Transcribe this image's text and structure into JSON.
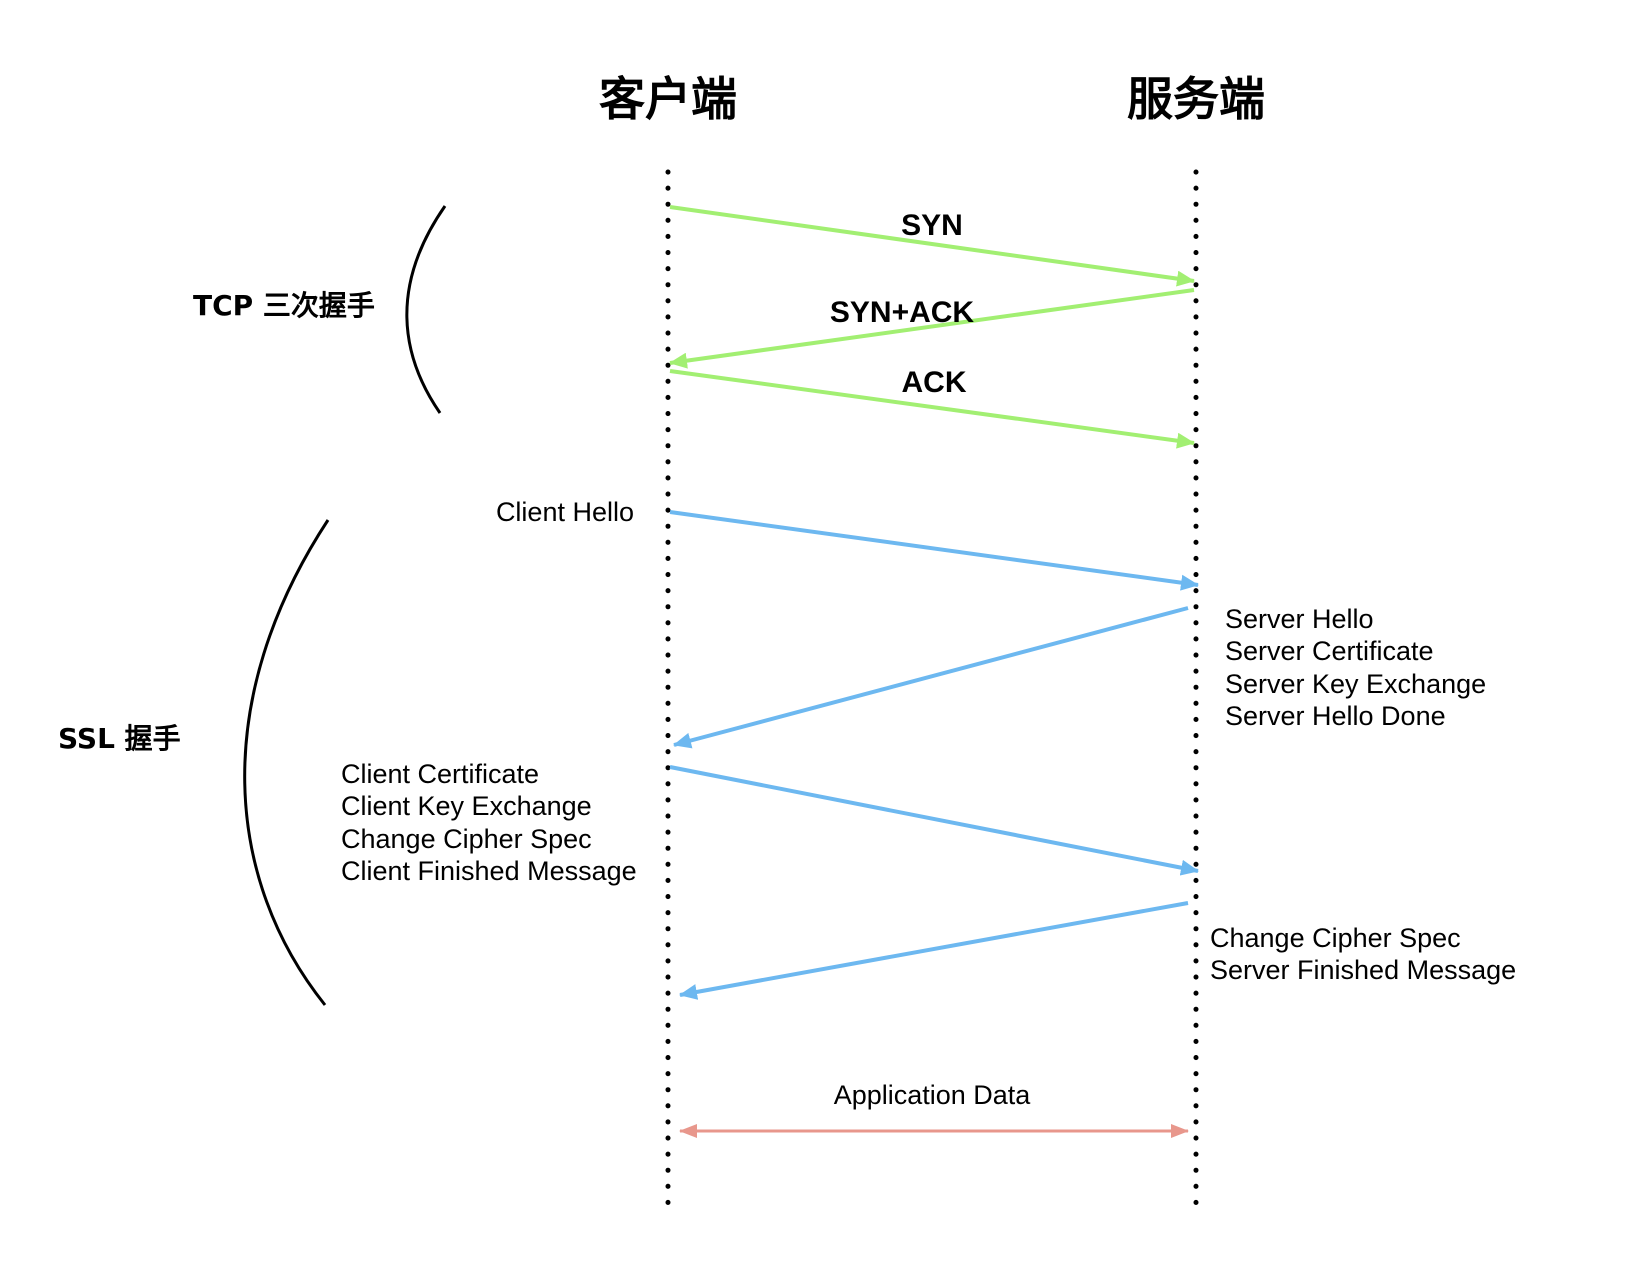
{
  "headers": {
    "client": "客户端",
    "server": "服务端"
  },
  "groups": {
    "tcp": "TCP 三次握手",
    "ssl": "SSL 握手"
  },
  "tcp_messages": {
    "syn": "SYN",
    "syn_ack": "SYN+ACK",
    "ack": "ACK"
  },
  "ssl_messages": {
    "client_hello": "Client Hello",
    "server_block": [
      "Server Hello",
      "Server Certificate",
      "Server Key Exchange",
      "Server Hello Done"
    ],
    "client_block": [
      "Client Certificate",
      "Client Key Exchange",
      "Change Cipher Spec",
      "Client Finished Message"
    ],
    "server_finish_block": [
      "Change Cipher Spec",
      "Server Finished Message"
    ]
  },
  "app_data": "Application Data",
  "colors": {
    "tcp_arrow": "#a2ef72",
    "ssl_arrow": "#6db8f0",
    "app_arrow": "#e8978c",
    "lifeline": "#000000"
  }
}
